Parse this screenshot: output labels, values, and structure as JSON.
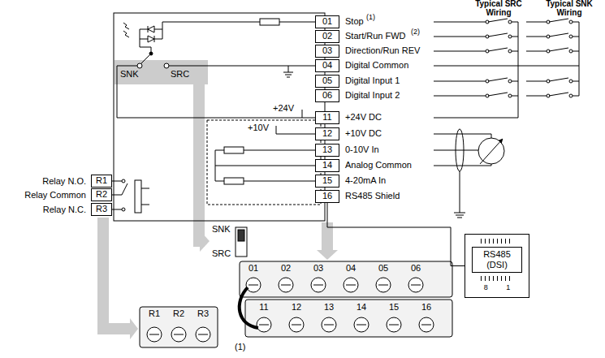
{
  "diagram": {
    "nodes": [
      {
        "text": [
          "01"
        ]
      },
      {
        "text": [
          "02"
        ]
      },
      {
        "text": [
          "03"
        ]
      },
      {
        "text": [
          "04"
        ]
      },
      {
        "text": [
          "05"
        ]
      },
      {
        "text": [
          "06"
        ]
      },
      {
        "text": [
          "11"
        ]
      },
      {
        "text": [
          "12"
        ]
      },
      {
        "text": [
          "13"
        ]
      },
      {
        "text": [
          "14"
        ]
      },
      {
        "text": [
          "15"
        ]
      },
      {
        "text": [
          "16"
        ]
      },
      {
        "text": [
          "R1"
        ]
      },
      {
        "text": [
          "R2"
        ]
      },
      {
        "text": [
          "R3"
        ]
      },
      {
        "text": [
          "RS485 (DSI)",
          "8 1"
        ]
      }
    ],
    "edges": [
      {
        "from": 11,
        "to": 15,
        "arrow": "none"
      }
    ],
    "labels": [
      "Stop",
      "(1)",
      "Start/Run FWD",
      "(2)",
      "Direction/Run REV",
      "Digital Common",
      "Digital Input 1",
      "Digital Input 2",
      "+24V DC",
      "+10V DC",
      "0-10V In",
      "Analog Common",
      "4-20mA In",
      "RS485 Shield",
      "Typical SRC Wiring",
      "Typical SNK Wiring",
      "SNK",
      "SRC",
      "+24V",
      "+10V",
      "Relay N.O.",
      "Relay Common",
      "Relay N.C.",
      "SNK",
      "SRC",
      "01",
      "02",
      "03",
      "04",
      "05",
      "06",
      "11",
      "12",
      "13",
      "14",
      "15",
      "16",
      "(1)",
      "R1",
      "R2",
      "R3"
    ]
  }
}
